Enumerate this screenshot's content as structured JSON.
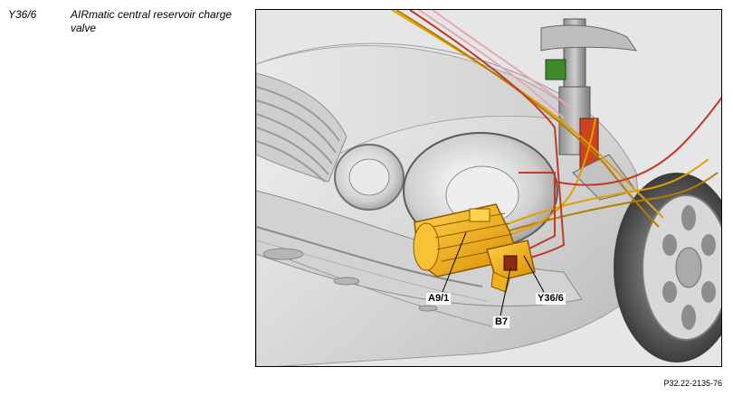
{
  "legend": {
    "code": "Y36/6",
    "description": "AIRmatic central reservoir charge valve"
  },
  "callouts": {
    "a91": "A9/1",
    "b7": "B7",
    "y366": "Y36/6"
  },
  "figure_id": "P32.22-2135-76",
  "colors": {
    "component_highlight": "#f2b01e",
    "line_red": "#c0392b",
    "line_pink": "#e8a7b0",
    "body_grey": "#d9d9d9"
  }
}
